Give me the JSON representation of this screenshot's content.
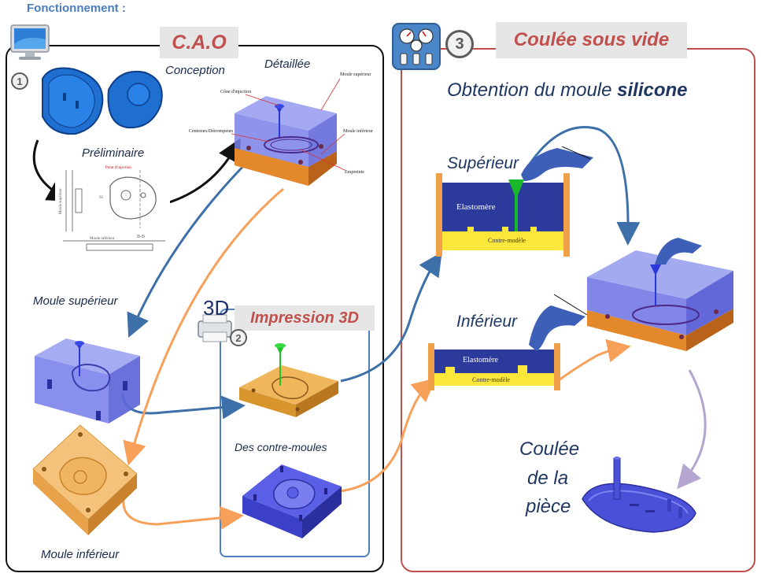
{
  "header": {
    "title": "Fonctionnement :"
  },
  "cao": {
    "tag": "C.A.O",
    "step": "1",
    "conception": "Conception",
    "detaillee": "Détaillée",
    "preliminaire": "Préliminaire",
    "moule_superieur": "Moule supérieur",
    "moule_inferieur": "Moule inférieur",
    "callouts": {
      "cone_injection": "Cône d'injection",
      "centreurs": "Centreurs/Détrompeurs",
      "moule_sup": "Moule supérieur",
      "moule_inf": "Moule inférieur",
      "empreinte": "Empreinte"
    },
    "drawing_labels": {
      "point_injection": "Point d'injection",
      "moule_sup": "Moule supérieur",
      "moule_inf": "Moule inférieur",
      "section": "B-B",
      "dim": "95"
    }
  },
  "impression": {
    "tag": "Impression 3D",
    "icon_text": "3D",
    "step": "2",
    "contre_moules": "Des contre-moules"
  },
  "coulee": {
    "tag": "Coulée sous vide",
    "step": "3",
    "subtitle_pre": "Obtention du moule ",
    "subtitle_bold": "silicone",
    "superieur": "Supérieur",
    "inferieur": "Inférieur",
    "elastomere": "Elastomère",
    "contre_modele": "Contre-modèle",
    "coulee_line1": "Coulée",
    "coulee_line2": "de la",
    "coulee_line3": "pièce"
  },
  "colors": {
    "cao_red": "#c0504d",
    "impression_blue": "#4f81bd",
    "arrow_blue": "#3d6fa8",
    "arrow_orange": "#f7a05a",
    "arrow_lilac": "#b4a6cf"
  }
}
